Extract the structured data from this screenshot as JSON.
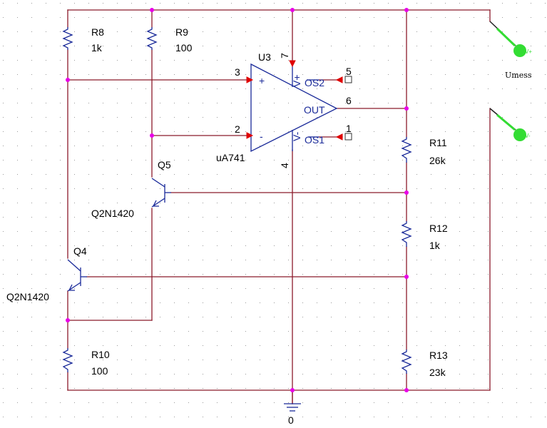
{
  "components": {
    "r8": {
      "ref": "R8",
      "value": "1k"
    },
    "r9": {
      "ref": "R9",
      "value": "100"
    },
    "r10": {
      "ref": "R10",
      "value": "100"
    },
    "r11": {
      "ref": "R11",
      "value": "26k"
    },
    "r12": {
      "ref": "R12",
      "value": "1k"
    },
    "r13": {
      "ref": "R13",
      "value": "23k"
    },
    "q4": {
      "ref": "Q4",
      "model": "Q2N1420"
    },
    "q5": {
      "ref": "Q5",
      "model": "Q2N1420"
    },
    "u3": {
      "ref": "U3",
      "model": "uA741"
    }
  },
  "opamp_pins": {
    "in_plus_num": "3",
    "in_minus_num": "2",
    "vplus_num": "7",
    "vminus_num": "4",
    "os2_num": "5",
    "os1_num": "1",
    "out_num": "6",
    "plus_sign": "+",
    "minus_sign": "-",
    "vplus_label": "V+",
    "vminus_label": "V-",
    "os2_label": "OS2",
    "os1_label": "OS1",
    "out_label": "OUT"
  },
  "probes": {
    "pos_label": "V+",
    "neg_label": "V-",
    "name": "Umess"
  },
  "ground": {
    "label": "0"
  },
  "colors": {
    "wire": "#8b1a2b",
    "component": "#1a2a99",
    "junction": "#e800e8",
    "probe": "#33dd33"
  }
}
